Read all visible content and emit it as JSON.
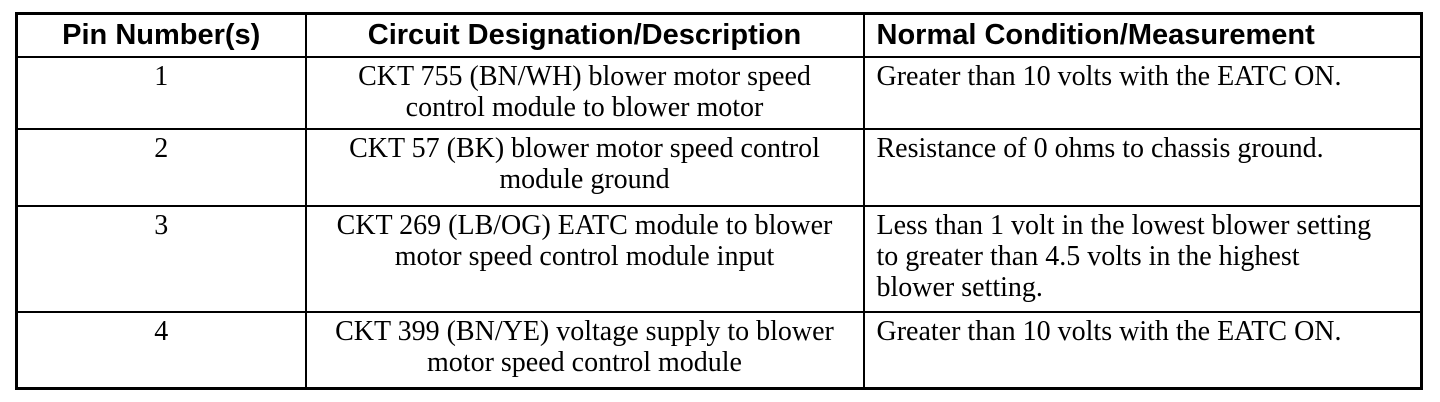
{
  "table": {
    "headers": {
      "pin": "Pin Number(s)",
      "circuit": "Circuit Designation/Description",
      "condition": "Normal Condition/Measurement"
    },
    "rows": [
      {
        "pin": "1",
        "circuit": "CKT 755 (BN/WH) blower motor speed control module to blower motor",
        "condition": "Greater than 10 volts with the EATC ON."
      },
      {
        "pin": "2",
        "circuit": "CKT 57 (BK) blower motor speed control module ground",
        "condition": "Resistance of 0 ohms to chassis ground."
      },
      {
        "pin": "3",
        "circuit": "CKT 269 (LB/OG) EATC module to blower motor speed control module input",
        "condition": "Less than 1 volt in the lowest blower setting to greater than 4.5 volts in the highest blower setting."
      },
      {
        "pin": "4",
        "circuit": "CKT 399 (BN/YE) voltage supply to blower motor speed control module",
        "condition": "Greater than 10 volts with the EATC ON."
      }
    ]
  }
}
